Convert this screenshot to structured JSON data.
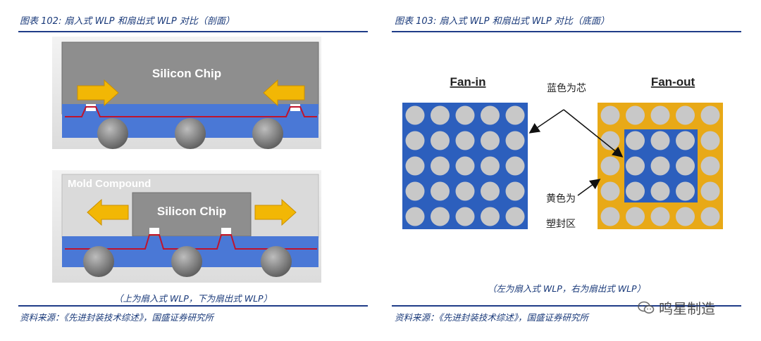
{
  "left_figure": {
    "title": "图表 102: 扇入式 WLP 和扇出式 WLP 对比（剖面）",
    "top_chip_label": "Silicon Chip",
    "mold_label": "Mold Compound",
    "bottom_chip_label": "Silicon Chip",
    "caption": "（上为扇入式 WLP，下为扇出式 WLP）",
    "source": "资料来源：《先进封装技术综述》，国盛证券研究所"
  },
  "right_figure": {
    "title": "图表 103: 扇入式 WLP 和扇出式 WLP 对比（底面）",
    "fanin_label": "Fan-in",
    "fanout_label": "Fan-out",
    "blue_note": "蓝色为芯",
    "yellow_note_line1": "黄色为",
    "yellow_note_line2": "塑封区",
    "caption": "（左为扇入式 WLP，右为扇出式 WLP）",
    "source": "资料来源：《先进封装技术综述》，国盛证券研究所"
  },
  "watermark": {
    "text": "鸣星制造"
  },
  "colors": {
    "navy": "#1f3c88",
    "substrate_blue": "#4a78d6",
    "redistribution_red": "#c0142c",
    "arrow_yellow": "#f2b705",
    "chip_gray": "#8e8e8e",
    "panel_blue": "#2c5fbd",
    "panel_yellow": "#e8a917",
    "ball_gray": "#c8c8c8"
  }
}
